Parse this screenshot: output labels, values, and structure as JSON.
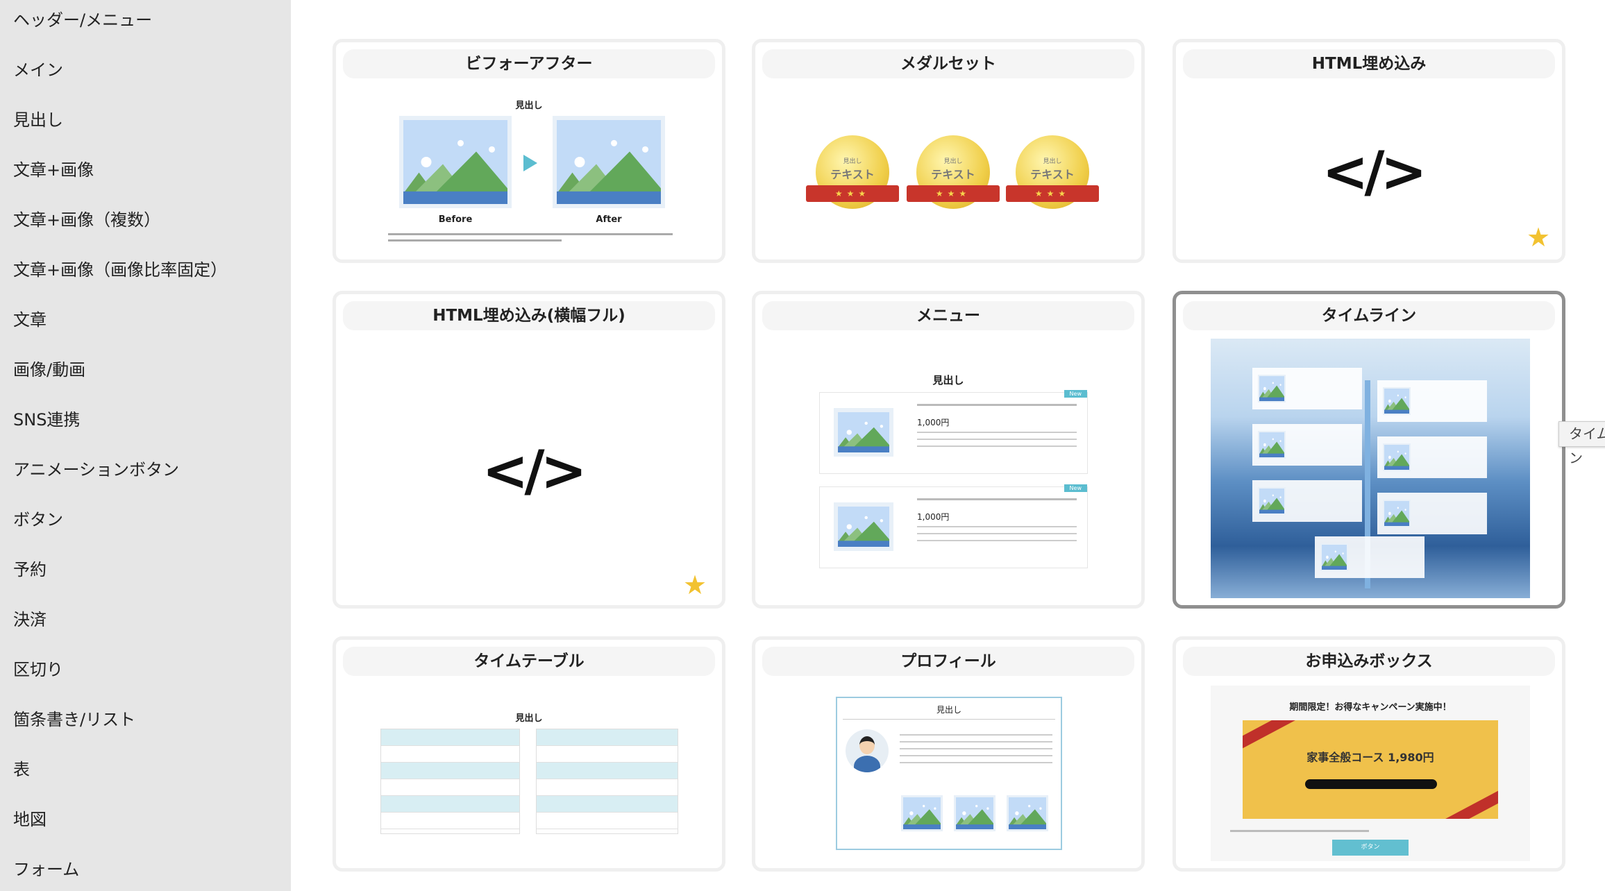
{
  "sidebar": {
    "items": [
      "ヘッダー/メニュー",
      "メイン",
      "見出し",
      "文章+画像",
      "文章+画像（複数）",
      "文章+画像（画像比率固定）",
      "文章",
      "画像/動画",
      "SNS連携",
      "アニメーションボタン",
      "ボタン",
      "予約",
      "決済",
      "区切り",
      "箇条書き/リスト",
      "表",
      "地図",
      "フォーム"
    ]
  },
  "cards": [
    {
      "title": "ビフォーアフター",
      "heading": "見出し",
      "before": "Before",
      "after": "After"
    },
    {
      "title": "メダルセット",
      "medal_small": "見出し",
      "medal_text": "テキスト",
      "medal_stars": "★★★"
    },
    {
      "title": "HTML埋め込み",
      "code": "</>",
      "favorite": true
    },
    {
      "title": "HTML埋め込み(横幅フル)",
      "code": "</>",
      "favorite": true
    },
    {
      "title": "メニュー",
      "heading": "見出し",
      "price": "1,000円",
      "badge": "New"
    },
    {
      "title": "タイムライン",
      "selected": true
    },
    {
      "title": "タイムテーブル",
      "heading": "見出し"
    },
    {
      "title": "プロフィール",
      "heading": "見出し"
    },
    {
      "title": "お申込みボックス",
      "headline": "期間限定！お得なキャンペーン実施中！",
      "course": "家事全般コース 1,980円",
      "button": "ボタン"
    }
  ],
  "tooltip": "タイムライン",
  "colors": {
    "sidebar_bg": "#e6e6e6",
    "star": "#f2c230",
    "selected_border": "#8f8f8f"
  }
}
